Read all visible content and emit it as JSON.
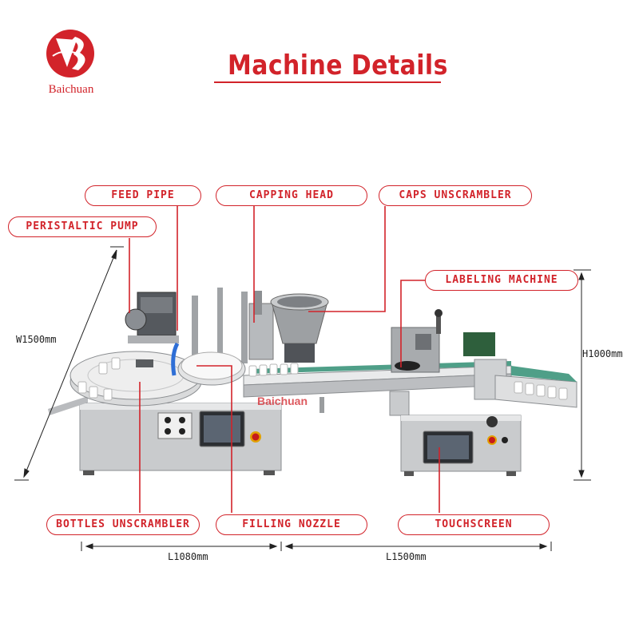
{
  "brand": {
    "name": "Baichuan",
    "color": "#d2232a"
  },
  "title": "Machine Details",
  "labels": {
    "feed_pipe": "FEED PIPE",
    "capping_head": "CAPPING HEAD",
    "caps_unscrambler": "CAPS UNSCRAMBLER",
    "peristaltic_pump": "PERISTALTIC PUMP",
    "labeling_machine": "LABELING MACHINE",
    "bottles_unscrambler": "BOTTLES UNSCRAMBLER",
    "filling_nozzle": "FILLING NOZZLE",
    "touchscreen": "TOUCHSCREEN"
  },
  "dimensions": {
    "width": "W1500mm",
    "height": "H1000mm",
    "length_left": "L1080mm",
    "length_right": "L1500mm"
  },
  "machine_branding": "Baichuan"
}
